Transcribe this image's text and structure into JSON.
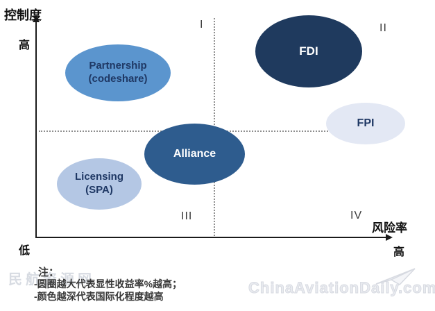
{
  "axes": {
    "y_label": "控制度",
    "y_high": "高",
    "y_low": "低",
    "x_label": "风险率",
    "x_high": "高"
  },
  "quadrants": [
    "I",
    "II",
    "III",
    "IV"
  ],
  "bubbles": [
    {
      "id": "partnership",
      "label_line1": "Partnership",
      "label_line2": "(codeshare)",
      "color": "#5B95CE",
      "text_color": "#1F3864"
    },
    {
      "id": "fdi",
      "label_line1": "FDI",
      "label_line2": "",
      "color": "#1F3A5E",
      "text_color": "#FFFFFF"
    },
    {
      "id": "fpi",
      "label_line1": "FPI",
      "label_line2": "",
      "color": "#E3E8F4",
      "text_color": "#1F3864"
    },
    {
      "id": "alliance",
      "label_line1": "Alliance",
      "label_line2": "",
      "color": "#2E5C8E",
      "text_color": "#FFFFFF"
    },
    {
      "id": "licensing",
      "label_line1": "Licensing",
      "label_line2": "(SPA)",
      "color": "#B4C7E4",
      "text_color": "#1F3864"
    }
  ],
  "notes": {
    "title": "注：",
    "line1": "-圆圈越大代表显性收益率%越高；",
    "line2": "-颜色越深代表国际化程度越高"
  },
  "watermarks": {
    "left": "民航资源网",
    "right": "ChinaAviationDaily.com",
    "plane_icon": "paper-plane-icon"
  },
  "chart_data": {
    "type": "scatter",
    "subtype": "bubble-quadrant-matrix",
    "title": "",
    "xlabel": "风险率",
    "ylabel": "控制度",
    "x_range_labels": {
      "high": "高"
    },
    "y_range_labels": {
      "low": "低",
      "high": "高"
    },
    "xlim": [
      0,
      1
    ],
    "ylim": [
      0,
      1
    ],
    "quadrant_divider_x": 0.5,
    "quadrant_divider_y": 0.49,
    "quadrant_labels": [
      {
        "label": "I",
        "position": "top-left"
      },
      {
        "label": "II",
        "position": "top-right"
      },
      {
        "label": "III",
        "position": "bottom-left"
      },
      {
        "label": "IV",
        "position": "bottom-right"
      }
    ],
    "grid": false,
    "legend": false,
    "points": [
      {
        "name": "Partnership (codeshare)",
        "x": 0.23,
        "y": 0.76,
        "quadrant": "I",
        "relative_size": 0.85,
        "color": "#5B95CE",
        "shade_rank_darkest_first": 3
      },
      {
        "name": "FDI",
        "x": 0.77,
        "y": 0.86,
        "quadrant": "II",
        "relative_size": 1.0,
        "color": "#1F3A5E",
        "shade_rank_darkest_first": 1
      },
      {
        "name": "FPI",
        "x": 0.93,
        "y": 0.53,
        "quadrant": "II",
        "relative_size": 0.45,
        "color": "#E3E8F4",
        "shade_rank_darkest_first": 5
      },
      {
        "name": "Alliance",
        "x": 0.44,
        "y": 0.39,
        "quadrant": "III",
        "relative_size": 0.8,
        "color": "#2E5C8E",
        "shade_rank_darkest_first": 2
      },
      {
        "name": "Licensing (SPA)",
        "x": 0.18,
        "y": 0.25,
        "quadrant": "III",
        "relative_size": 0.55,
        "color": "#B4C7E4",
        "shade_rank_darkest_first": 4
      }
    ],
    "encoding_notes": [
      "圆圈越大代表显性收益率%越高",
      "颜色越深代表国际化程度越高"
    ]
  }
}
